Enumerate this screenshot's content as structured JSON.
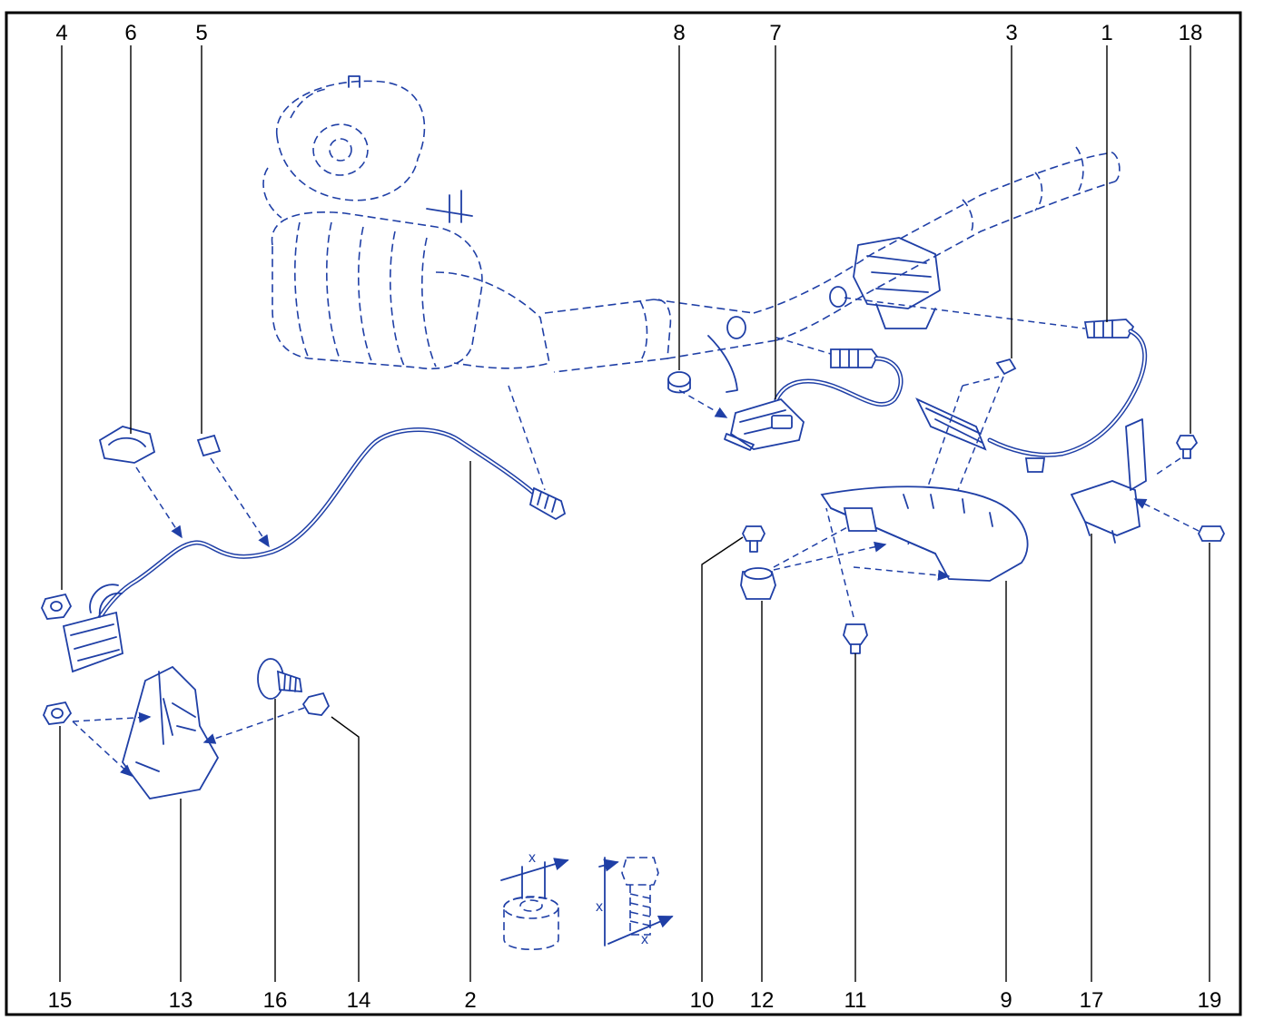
{
  "colors": {
    "ink": "#1f3fa6",
    "frame": "#000000",
    "background": "#ffffff"
  },
  "callouts": {
    "top": [
      "4",
      "6",
      "5",
      "8",
      "7",
      "3",
      "1",
      "18"
    ],
    "bottom": [
      "15",
      "13",
      "16",
      "14",
      "2",
      "10",
      "12",
      "11",
      "9",
      "17",
      "19"
    ]
  },
  "dimension_labels": {
    "nut_x": "x",
    "bolt_x_height": "x",
    "bolt_x_width": "x"
  }
}
